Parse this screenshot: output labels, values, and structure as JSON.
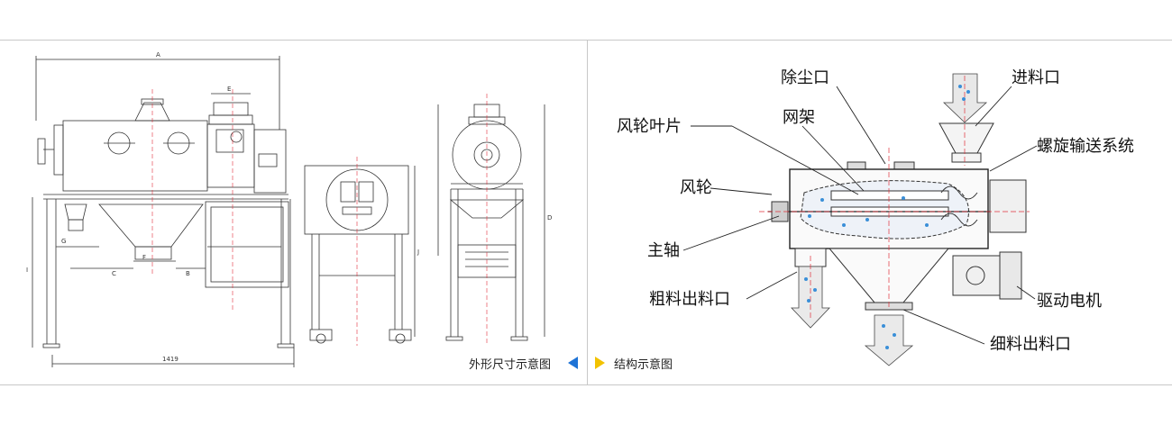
{
  "captions": {
    "outline": "外形尺寸示意图",
    "structure": "结构示意图"
  },
  "dimensions": {
    "a": "A",
    "e": "E",
    "c": "C",
    "f": "F",
    "b": "B",
    "g": "G",
    "width": "1419",
    "d": "D",
    "j": "J",
    "i": "I"
  },
  "labels": {
    "dust_outlet": "除尘口",
    "feed_inlet": "进料口",
    "impeller_blade": "风轮叶片",
    "screen_frame": "网架",
    "screw_conveyor": "螺旋输送系统",
    "impeller": "风轮",
    "main_shaft": "主轴",
    "coarse_outlet": "粗料出料口",
    "drive_motor": "驱动电机",
    "fine_outlet": "细料出料口"
  },
  "colors": {
    "outline_arrow": "#1e73d6",
    "structure_arrow": "#f2c200",
    "centerline": "#e0303a",
    "particles": "#3a8fd8"
  }
}
